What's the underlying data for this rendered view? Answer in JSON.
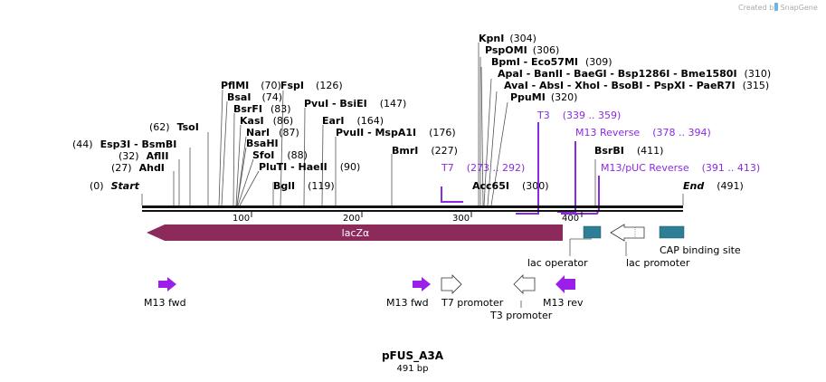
{
  "credit": "Created by SnapGene",
  "plasmid": {
    "name": "pFUS_A3A",
    "length": "491 bp"
  },
  "sites": [
    {
      "label": "KpnI",
      "coord": "(304)"
    },
    {
      "label": "PspOMI",
      "coord": "(306)"
    },
    {
      "label": "BpmI",
      "extra": " - Eco57MI",
      "coord": "(309)"
    },
    {
      "label": "ApaI",
      "extra": " - BanII - BaeGI - Bsp1286I - Bme1580I",
      "coord": "(310)"
    },
    {
      "label": "AvaI",
      "extra": " - AbsI - XhoI - BsoBI - PspXI - PaeR7I",
      "coord": "(315)"
    },
    {
      "label": "PpuMI",
      "coord": "(320)"
    },
    {
      "label": "PflMI",
      "coord": "(70)"
    },
    {
      "label": "FspI",
      "coord": "(126)"
    },
    {
      "label": "BsaI",
      "coord": "(74)"
    },
    {
      "label": "PvuI",
      "extra": " - BsiEI",
      "coord": "(147)"
    },
    {
      "label": "BsrFI",
      "coord": "(83)"
    },
    {
      "label": "KasI",
      "coord": "(86)"
    },
    {
      "label": "EarI",
      "coord": "(164)"
    },
    {
      "label": "TsoI",
      "coord": "(62)"
    },
    {
      "label": "NarI",
      "coord": "(87)"
    },
    {
      "label": "PvuII",
      "extra": " - MspA1I",
      "coord": "(176)"
    },
    {
      "label": "BsaHI"
    },
    {
      "label": "Esp3I",
      "extra": " - BsmBI",
      "coord": "(44)"
    },
    {
      "label": "BmrI",
      "coord": "(227)"
    },
    {
      "label": "SfoI",
      "coord": "(88)"
    },
    {
      "label": "AflII",
      "coord": "(32)"
    },
    {
      "label": "BsrBI",
      "coord": "(411)"
    },
    {
      "label": "AhdI",
      "coord": "(27)"
    },
    {
      "label": "PluTI",
      "extra": " - HaeII",
      "coord": "(90)"
    },
    {
      "label": "BglI",
      "coord": "(119)"
    },
    {
      "label": "Acc65I",
      "coord": "(300)"
    }
  ],
  "ends": {
    "start": "Start",
    "start_coord": "(0)",
    "end": "End",
    "end_coord": "(491)"
  },
  "primers": [
    {
      "label": "T3",
      "range": "(339 .. 359)"
    },
    {
      "label": "M13 Reverse",
      "range": "(378 .. 394)"
    },
    {
      "label": "M13/pUC Reverse",
      "range": "(391 .. 413)"
    },
    {
      "label": "T7",
      "range": "(273 .. 292)"
    }
  ],
  "ruler": [
    "100",
    "200",
    "300",
    "400"
  ],
  "features": {
    "lacz": "lacZα",
    "lac_operator": "lac operator",
    "lac_promoter": "lac promoter",
    "cap_site": "CAP binding site",
    "m13_fwd_1": "M13 fwd",
    "m13_fwd_2": "M13 fwd",
    "t7_promoter": "T7 promoter",
    "t3_promoter": "T3 promoter",
    "m13_rev": "M13 rev"
  },
  "colors": {
    "lacz": "#8b2a5b",
    "purple_arrow": "#9b1fe8",
    "feature_box": "#2e7f95",
    "primer": "#8a2be2"
  }
}
